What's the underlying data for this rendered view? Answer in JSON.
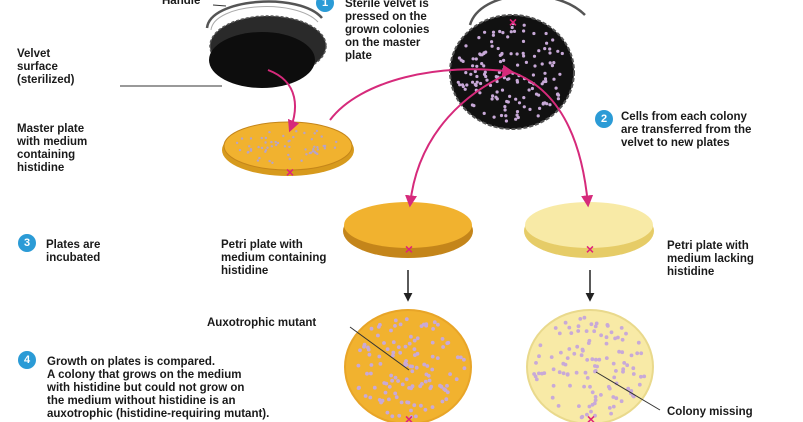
{
  "colors": {
    "medium_with_histidine": "#f1b22f",
    "medium_without_histidine": "#f8eaa6",
    "velvet": "#111111",
    "colony_dot": "#c8a9d8",
    "arrow_magenta": "#d62a7b",
    "mark_x": "#e0217a",
    "step_badge": "#2b9bd6",
    "pointer_line": "#333333"
  },
  "labels": {
    "handle": "Handle",
    "velvet_surface": [
      "Velvet",
      "surface",
      "(sterilized)"
    ],
    "master_plate": [
      "Master plate",
      "with medium",
      "containing",
      "histidine"
    ],
    "plate_with": [
      "Petri plate with",
      "medium containing",
      "histidine"
    ],
    "plate_lacking": [
      "Petri plate with",
      "medium lacking",
      "histidine"
    ],
    "auxotrophic_mutant": "Auxotrophic mutant",
    "colony_missing": "Colony missing"
  },
  "steps": [
    {
      "number": "1",
      "lines": [
        "Sterile velvet is",
        "pressed on the",
        "grown colonies",
        "on the master",
        "plate"
      ]
    },
    {
      "number": "2",
      "lines": [
        "Cells from each colony",
        "are transferred from the",
        "velvet to new plates"
      ]
    },
    {
      "number": "3",
      "lines": [
        "Plates are",
        "incubated"
      ]
    },
    {
      "number": "4",
      "lines": [
        "Growth on plates is compared.",
        "A colony that grows on the medium",
        "with histidine but could not grow on",
        "the medium without histidine is an",
        "auxotrophic (histidine-requiring mutant)."
      ]
    }
  ],
  "marks": {
    "orientation": "×"
  }
}
